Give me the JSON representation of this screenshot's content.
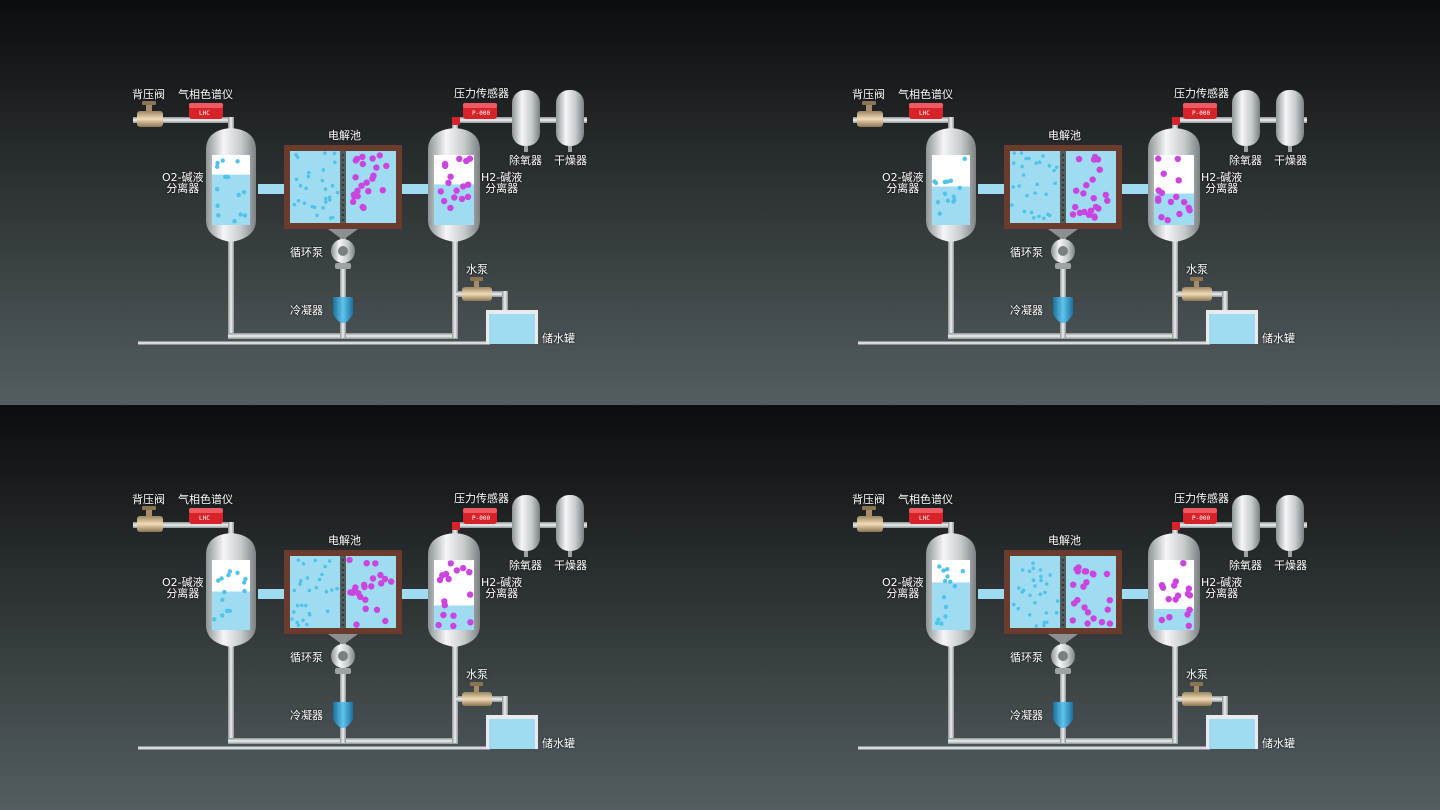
{
  "labels": {
    "back_pressure_valve": "背压阀",
    "gas_chromatograph": "气相色谱仪",
    "pressure_sensor": "压力传感器",
    "deoxidizer": "除氧器",
    "dryer": "干燥器",
    "electrolyzer": "电解池",
    "o2_separator_line1": "O2-碱液",
    "o2_separator_line2": "分离器",
    "h2_separator_line1": "H2-碱液",
    "h2_separator_line2": "分离器",
    "circulation_pump": "循环泵",
    "water_pump": "水泵",
    "condenser": "冷凝器",
    "water_tank": "储水罐"
  },
  "colors": {
    "liquid": "#9fdcf2",
    "o2_bubble": "#4fc3e8",
    "h2_bubble": "#cc44e0",
    "frame": "#6b3b2e",
    "sensor": "#d8222a",
    "pipe": "#c9cdd0"
  },
  "panels": [
    {
      "id": "top-left",
      "o2_level": 0.72,
      "h2_level": 0.58
    },
    {
      "id": "top-right",
      "o2_level": 0.55,
      "h2_level": 0.45
    },
    {
      "id": "bottom-left",
      "o2_level": 0.55,
      "h2_level": 0.35
    },
    {
      "id": "bottom-right",
      "o2_level": 0.68,
      "h2_level": 0.3
    }
  ]
}
